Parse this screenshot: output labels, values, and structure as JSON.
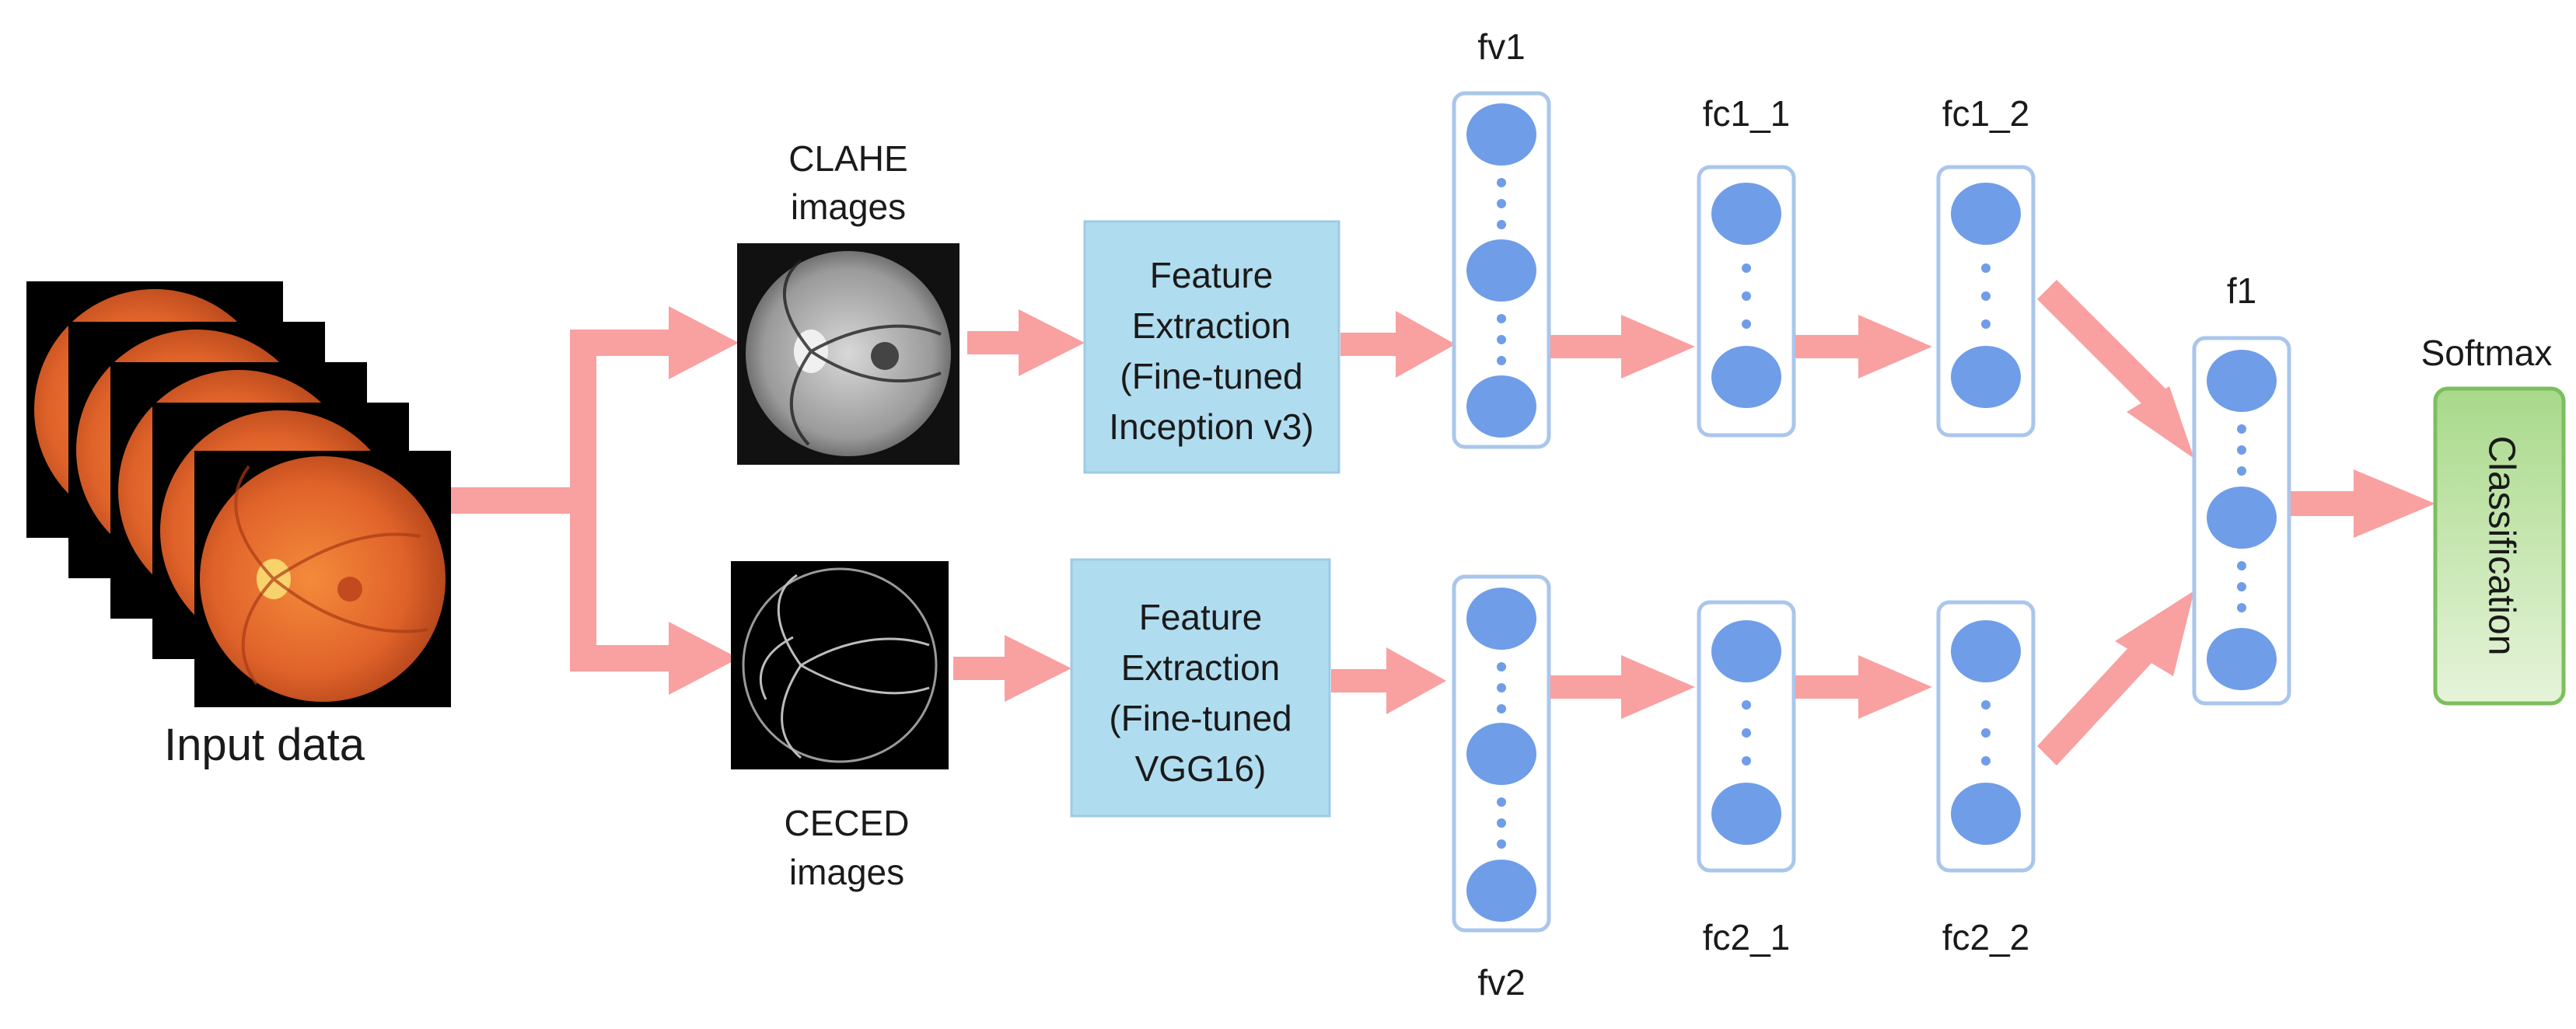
{
  "input": {
    "label": "Input data"
  },
  "branches": {
    "top": {
      "image_label": [
        "CLAHE",
        "images"
      ],
      "extractor": [
        "Feature",
        "Extraction",
        "(Fine-tuned",
        "Inception v3)"
      ],
      "feature_vector": "fv1",
      "fc_a": "fc1_1",
      "fc_b": "fc1_2"
    },
    "bottom": {
      "image_label": [
        "CECED",
        "images"
      ],
      "extractor": [
        "Feature",
        "Extraction",
        "(Fine-tuned",
        "VGG16)"
      ],
      "feature_vector": "fv2",
      "fc_a": "fc2_1",
      "fc_b": "fc2_2"
    }
  },
  "fusion": {
    "label": "f1"
  },
  "output": {
    "softmax_label": "Softmax",
    "classification_label": "Classification"
  },
  "colors": {
    "arrow": "#f9a0a0",
    "node": "#6f9de8",
    "layer_border": "#aac6ec",
    "extractor_fill": "#b0dcef",
    "extractor_border": "#9ccbe4",
    "classification_fill": "#c2e4a6",
    "classification_border": "#7cbf5e",
    "fundus_outer": "#d0541f",
    "fundus_inner": "#f07a2e"
  }
}
